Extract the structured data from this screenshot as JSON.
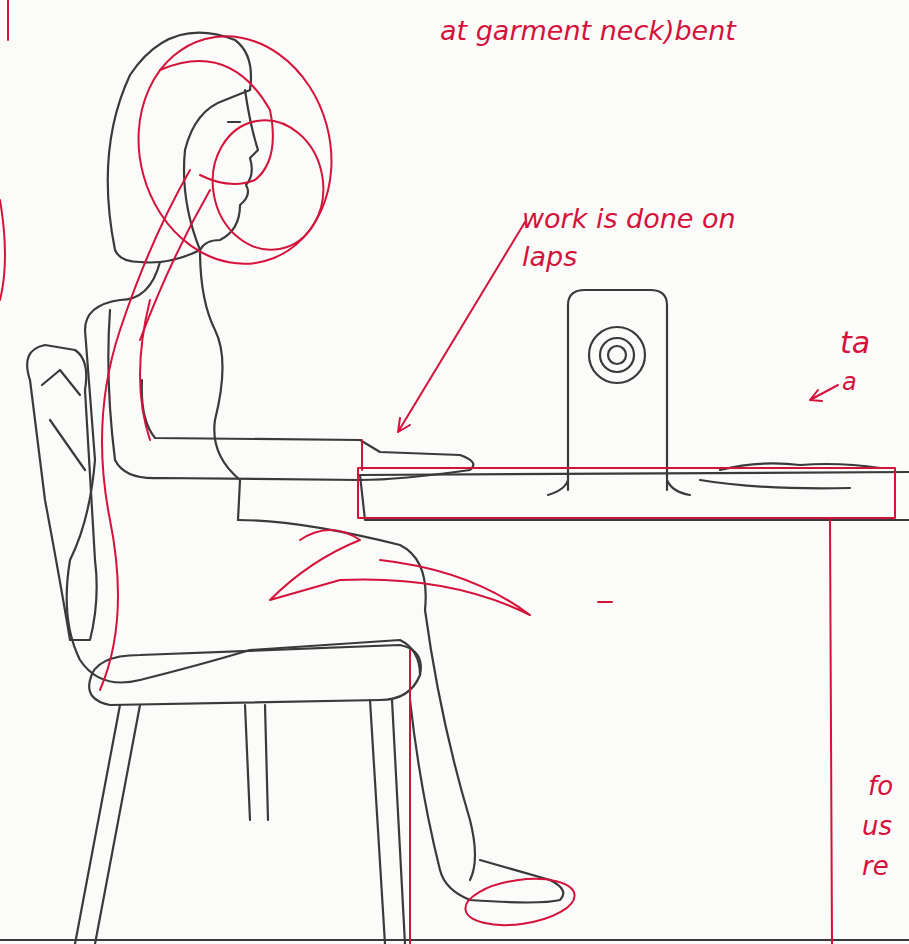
{
  "diagram": {
    "labels": [
      "at garment neck)bent",
      "work is done on laps",
      "ta",
      "a",
      "fo",
      "us",
      "re"
    ]
  }
}
